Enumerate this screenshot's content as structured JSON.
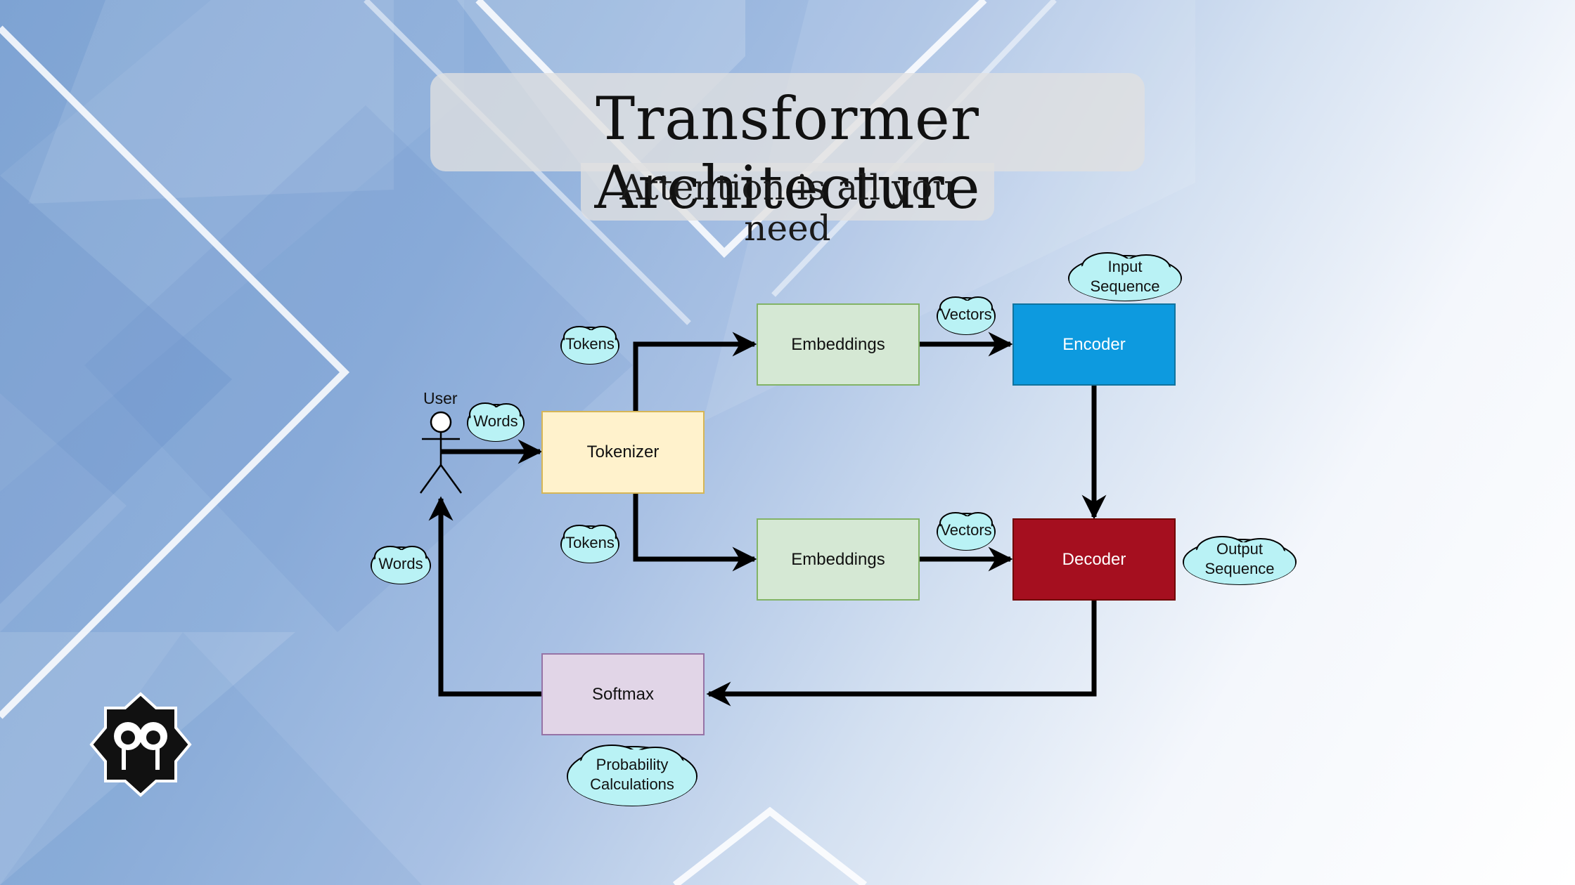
{
  "title": "Transformer Architecture",
  "subtitle": "Attention is all you need",
  "user": {
    "label": "User"
  },
  "nodes": {
    "tokenizer": "Tokenizer",
    "embeddings_top": "Embeddings",
    "embeddings_bottom": "Embeddings",
    "encoder": "Encoder",
    "decoder": "Decoder",
    "softmax": "Softmax"
  },
  "clouds": {
    "words_in": "Words",
    "tokens_top": "Tokens",
    "tokens_bottom": "Tokens",
    "vectors_top": "Vectors",
    "vectors_bottom": "Vectors",
    "input_sequence": [
      "Input",
      "Sequence"
    ],
    "output_sequence": [
      "Output",
      "Sequence"
    ],
    "probability": [
      "Probability",
      "Calculations"
    ],
    "words_out": "Words"
  },
  "colors": {
    "encoder": "#0d9adf",
    "decoder": "#a50f1f",
    "embeddings": "#d5e8d4",
    "tokenizer": "#fff2cc",
    "softmax": "#e1d5e7",
    "cloud": "#b9f2f5",
    "arrow": "#000000"
  },
  "logo": {
    "icon": "owl-face-badge-icon"
  }
}
